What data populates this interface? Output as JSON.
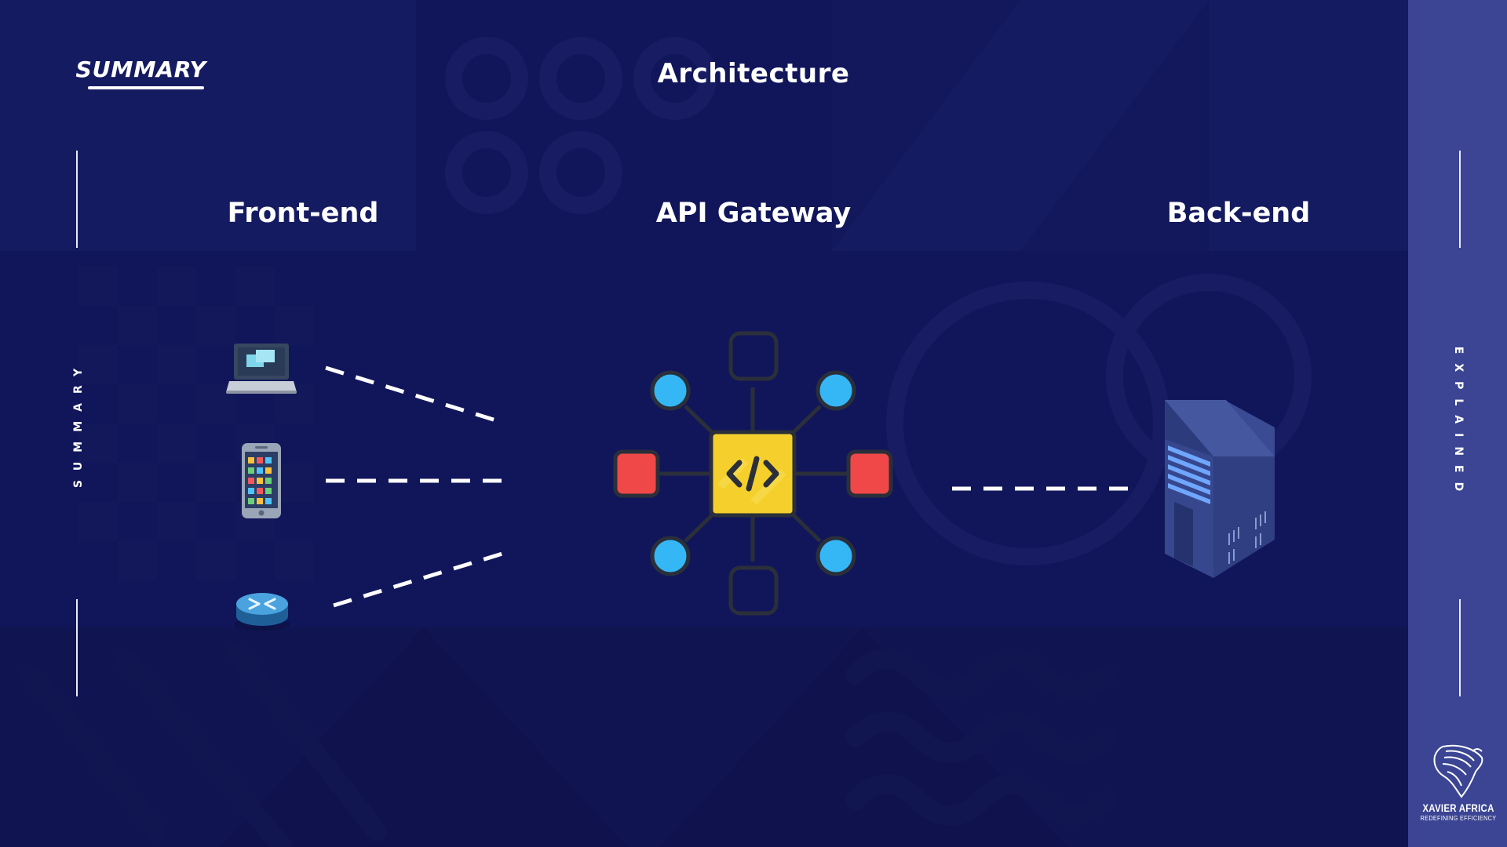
{
  "header": {
    "logo_text": "SUMMARY",
    "title": "Architecture"
  },
  "side": {
    "left_vertical": "SUMMARY",
    "right_vertical": "EXPLAINED"
  },
  "columns": {
    "frontend": "Front-end",
    "gateway": "API Gateway",
    "backend": "Back-end"
  },
  "brand": {
    "name": "XAVIER AFRICA",
    "tagline": "REDEFINING EFFICIENCY"
  },
  "icons": {
    "frontend": [
      "laptop-icon",
      "smartphone-icon",
      "router-icon"
    ],
    "gateway": "api-gateway-icon",
    "backend": "server-icon"
  },
  "colors": {
    "background": "#11165a",
    "side_band": "#3b4593",
    "gateway_core": "#f5d02c",
    "gateway_red": "#f04848",
    "gateway_blue": "#35b6f5",
    "dashes": "#ffffff"
  }
}
